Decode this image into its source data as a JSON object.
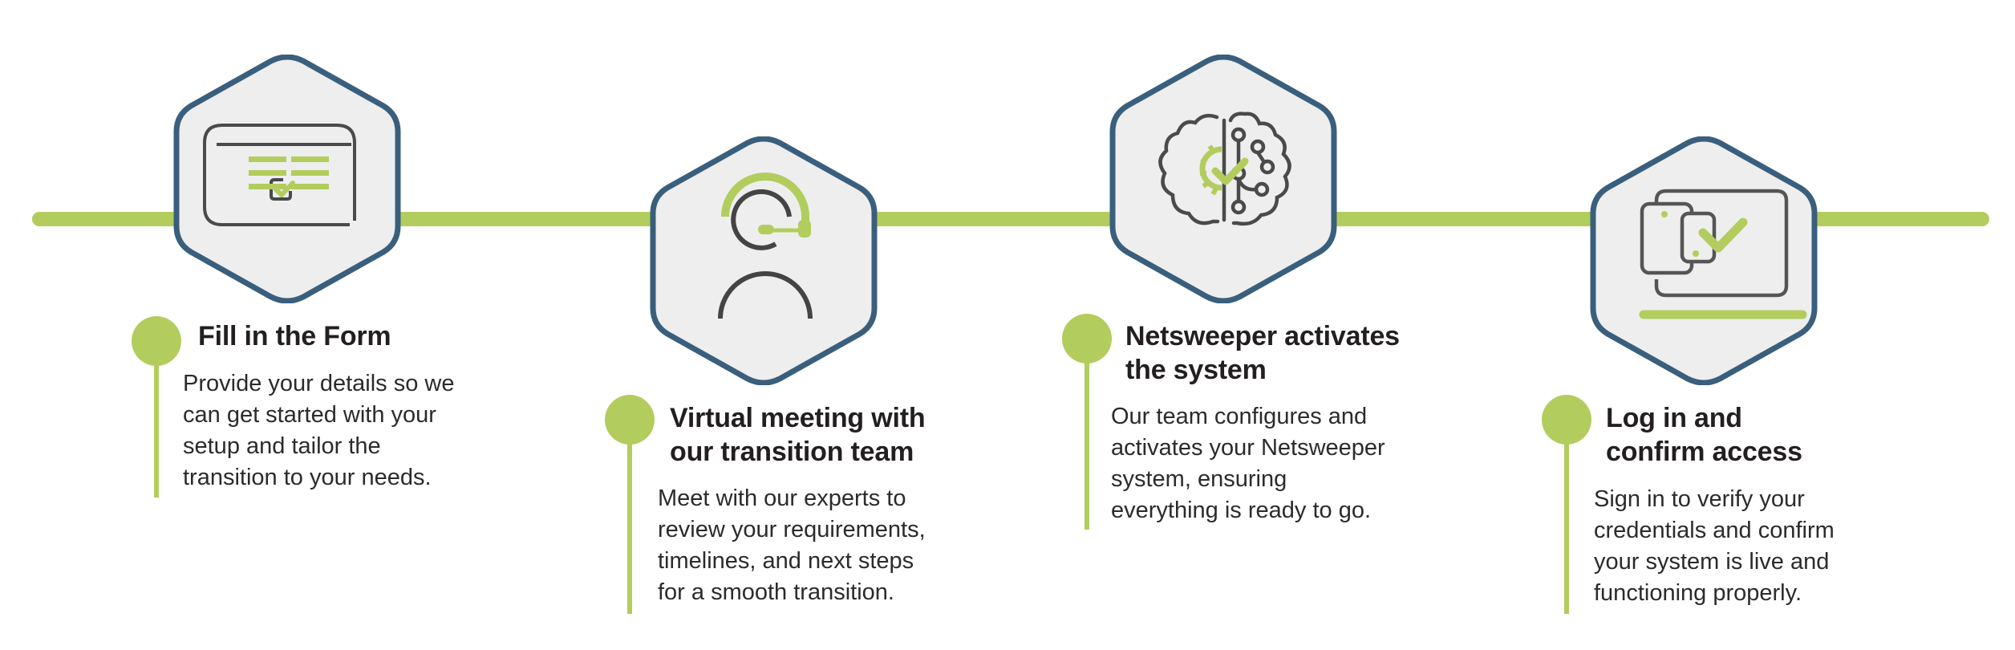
{
  "colors": {
    "accent_green": "#b2cd5d",
    "hex_border": "#3a5f7d",
    "hex_fill": "#eeeeee",
    "icon_stroke": "#4a4a4a",
    "title_text": "#231f20",
    "body_text": "#2b2b2b"
  },
  "steps": [
    {
      "icon": "form-checkbox-icon",
      "title_lines": [
        "Fill in the Form"
      ],
      "body_lines": [
        "Provide your details so we",
        "can get started with your",
        "setup and tailor the",
        "transition to your needs."
      ]
    },
    {
      "icon": "headset-agent-icon",
      "title_lines": [
        "Virtual meeting with",
        "our transition team"
      ],
      "body_lines": [
        "Meet with our experts to",
        "review your requirements,",
        "timelines, and next steps",
        "for a smooth transition."
      ]
    },
    {
      "icon": "brain-gear-circuit-icon",
      "title_lines": [
        "Netsweeper activates",
        "the system"
      ],
      "body_lines": [
        "Our team configures and",
        "activates your Netsweeper",
        "system, ensuring",
        "everything is ready to go."
      ]
    },
    {
      "icon": "devices-check-icon",
      "title_lines": [
        "Log in and",
        "confirm access"
      ],
      "body_lines": [
        "Sign in to verify your",
        "credentials and confirm",
        "your system is live and",
        "functioning properly."
      ]
    }
  ]
}
